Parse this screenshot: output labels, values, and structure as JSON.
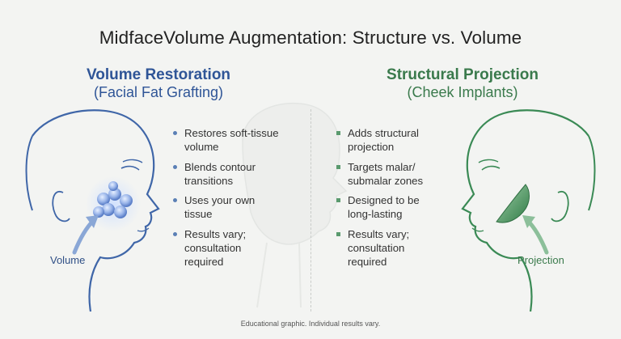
{
  "title": "MidfaceVolume Augmentation: Structure vs. Volume",
  "left": {
    "heading": "Volume Restoration",
    "subheading": "(Facial Fat Grafting)",
    "label": "Volume",
    "items": [
      "Restores soft-tissue\nvolume",
      "Blends contour\ntransitions",
      "Uses your own\ntissue",
      "Results vary;\nconsultation\nrequired"
    ]
  },
  "right": {
    "heading": "Structural Projection",
    "subheading": "(Cheek Implants)",
    "label": "Projection",
    "items": [
      "Adds structural\nprojection",
      "Targets malar/\nsubmalar zones",
      "Designed to be\nlong-lasting",
      "Results vary;\nconsultation\nrequired"
    ]
  },
  "footer": "Educational graphic. Individual results vary.",
  "colors": {
    "left_accent": "#2f5597",
    "right_accent": "#3a7a4c",
    "background": "#f3f4f2"
  }
}
